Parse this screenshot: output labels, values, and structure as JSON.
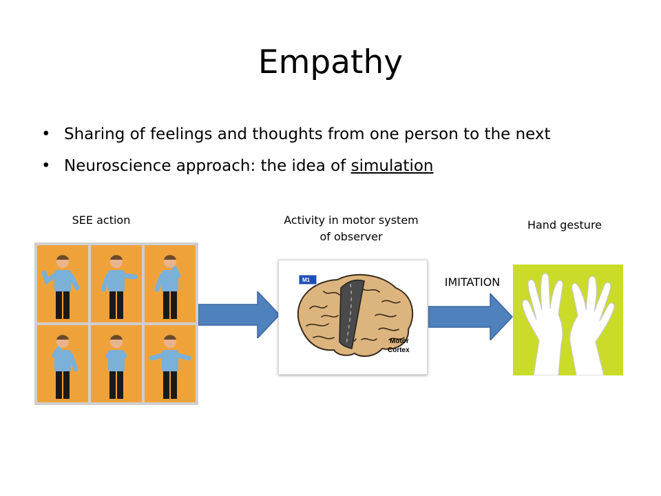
{
  "slide": {
    "title": "Empathy",
    "bullets": [
      {
        "text": "Sharing of feelings and thoughts from one person to the next"
      },
      {
        "prefix": "Neuroscience approach: the idea of ",
        "underlined": "simulation"
      }
    ]
  },
  "labels": {
    "see_action": "SEE action",
    "motor_line1": "Activity in motor system",
    "motor_line2": "of observer",
    "hand_gesture": "Hand gesture",
    "imitation": "IMITATION"
  },
  "brain_figure": {
    "road_sign": "M1",
    "label_line1": "Motor",
    "label_line2": "Cortex"
  },
  "colors": {
    "arrow_fill": "#4f81bd",
    "arrow_stroke": "#3a65a0",
    "photo_background": "#f0a23a",
    "shirt": "#7bb0d8",
    "brain": "#dcb47e",
    "hand_background": "#cadb2a"
  }
}
